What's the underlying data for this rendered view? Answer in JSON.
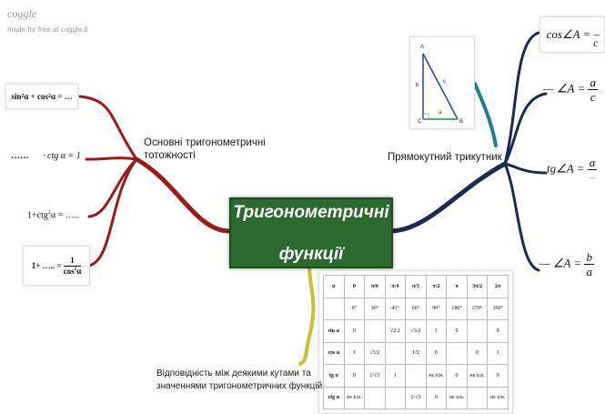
{
  "brand": {
    "name": "coggle",
    "tagline": "made for free at coggle.it"
  },
  "center_title": "Тригонометричні функції",
  "center_lines": [
    "Тригонометричні",
    "функції"
  ],
  "branches": {
    "identities": {
      "label_lines": [
        "Основні тригонометричні",
        "тотожності"
      ],
      "color": "#9b1a1a",
      "leaves": {
        "l1": {
          "lhs": "sin",
          "mid": "α + cos",
          "end": "α =",
          "exp": "2",
          "blank": "…"
        },
        "l2": {
          "blank": "……",
          "expr": "· ctg α = 1"
        },
        "l3": {
          "pre": "1+ctg",
          "exp": "2",
          "post": "α = …..",
          "tail": "….."
        },
        "l4": {
          "pre": "1+",
          "blank": "…..",
          "eq": "=",
          "num": "1",
          "den": "cos",
          "den_exp": "2",
          "den_var": "α"
        }
      }
    },
    "right_triangle": {
      "label": "Прямокутний трикутник",
      "color": "#1a2a55",
      "teal_color": "#1e7f93",
      "tri_labels": {
        "A": "A",
        "B": "B",
        "C": "C",
        "a": "a",
        "b": "b",
        "c": "c"
      },
      "leaves": {
        "cos": {
          "text": "cos∠A = –",
          "den": "c"
        },
        "r2": {
          "blank": "—",
          "angle": "∠A =",
          "num": "a",
          "den": "c"
        },
        "tg": {
          "text": "tg∠A =",
          "num": "a",
          "den": "–"
        },
        "r4": {
          "blank": "—",
          "angle": "∠A =",
          "num": "b",
          "den": "a"
        }
      }
    },
    "table": {
      "label_lines": [
        "Відповідність між деякими кутами та",
        "значеннями тригонометричних функцій"
      ],
      "color": "#c8c230",
      "rows": [
        [
          "α",
          "0",
          "π/6",
          "π/4",
          "π/3",
          "π/2",
          "π",
          "3π/2",
          "2π"
        ],
        [
          "",
          "0°",
          "30°",
          "45°",
          "60°",
          "90°",
          "180°",
          "270°",
          "360°"
        ],
        [
          "sin α",
          "0",
          "",
          "√2/2",
          "√3/2",
          "1",
          "0",
          "",
          "0"
        ],
        [
          "cos α",
          "1",
          "√3/2",
          "",
          "1/2",
          "0",
          "",
          "0",
          "1"
        ],
        [
          "tg α",
          "0",
          "1/√3",
          "1",
          "",
          "не існ.",
          "0",
          "не існ.",
          "0"
        ],
        [
          "ctg α",
          "не існ.",
          "",
          "",
          "1/√3",
          "0",
          "не існ.",
          "",
          "не існ."
        ]
      ]
    }
  }
}
